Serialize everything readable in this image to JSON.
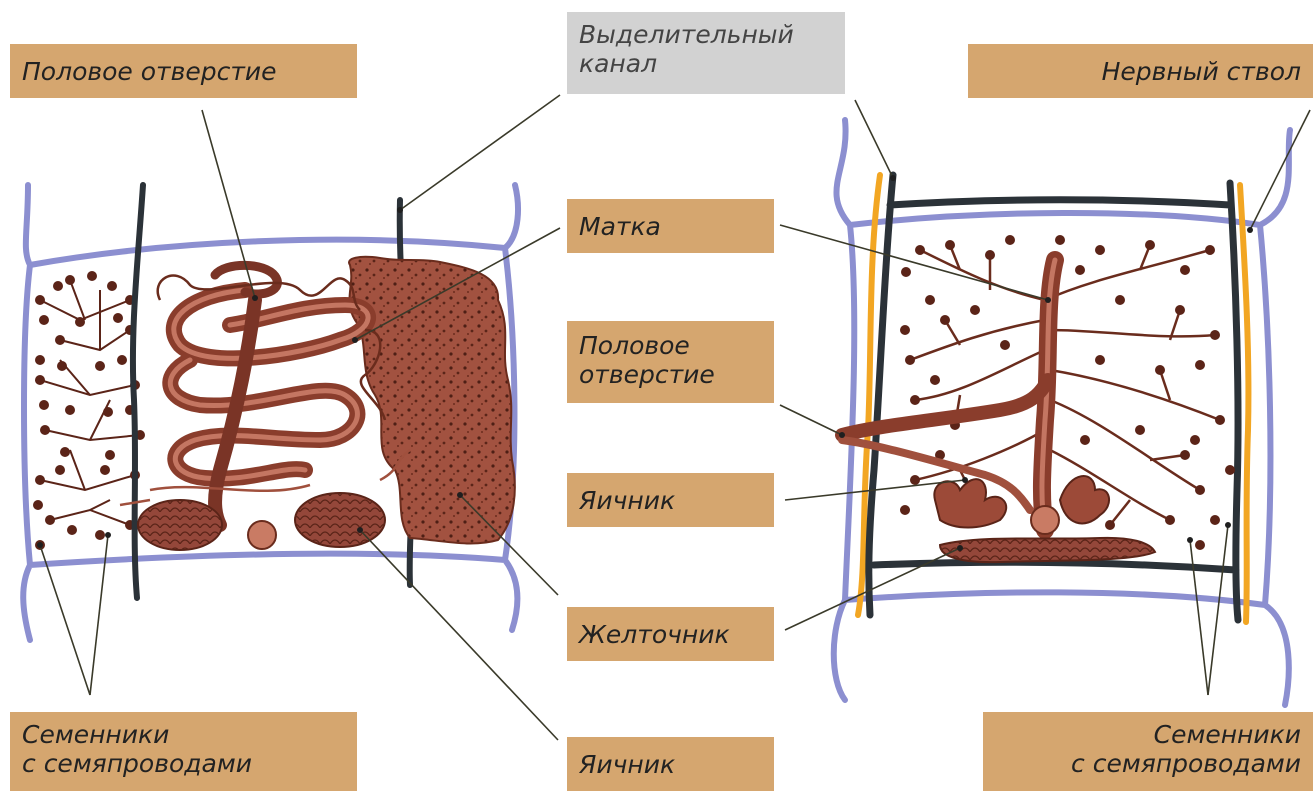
{
  "labels": {
    "genital_opening_top_left": "Половое отверстие",
    "excretory_canal": "Выделительный\nканал",
    "nerve_trunk": "Нервный ствол",
    "uterus": "Матка",
    "genital_opening_middle": "Половое\nотверстие",
    "ovary_middle": "Яичник",
    "vitellarium": "Желточник",
    "testes_left": "Семенники\nс семяпроводами",
    "ovary_bottom": "Яичник",
    "testes_right": "Семенники\nс семяпроводами"
  },
  "colors": {
    "label_orange": "#d5a66f",
    "label_gray": "#d2d2d2",
    "segment_outline": "#8c8fd0",
    "excretory_canal_line": "#2b3238",
    "nerve_trunk_line": "#f2a623",
    "organ_brown": "#8a3d2c",
    "organ_light": "#b8604a",
    "vitellarium_fill": "#9c4a38",
    "pointer_line": "#3a3a2a"
  }
}
